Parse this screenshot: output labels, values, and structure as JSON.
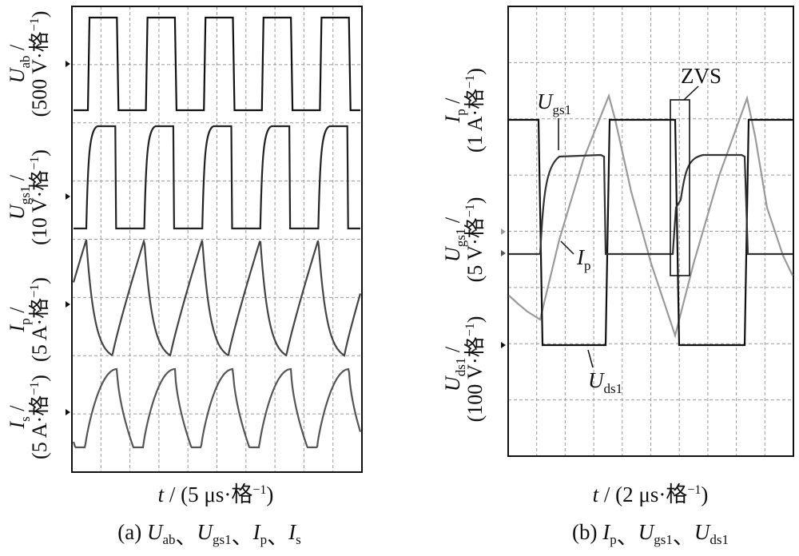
{
  "panels": [
    {
      "caption_prefix": "(a)",
      "caption_items": [
        {
          "main": "U",
          "sub": "ab"
        },
        {
          "main": "U",
          "sub": "gs1"
        },
        {
          "main": "I",
          "sub": "p"
        },
        {
          "main": "I",
          "sub": "s"
        }
      ],
      "caption_separator": "、",
      "time_label": {
        "var": "t",
        "rest": " / (5 μs·格",
        "exp": "−1",
        "close": ")"
      },
      "channel_labels": [
        {
          "main": "U",
          "sub": "ab",
          "scale": "(500 V·格",
          "exp": "−1",
          "close": ")"
        },
        {
          "main": "U",
          "sub": "gs1",
          "scale": "(10 V·格",
          "exp": "−1",
          "close": ")"
        },
        {
          "main": "I",
          "sub": "p",
          "scale": "(5 A·格",
          "exp": "−1",
          "close": ")"
        },
        {
          "main": "I",
          "sub": "s",
          "scale": "(5 A·格",
          "exp": "−1",
          "close": ")"
        }
      ]
    },
    {
      "caption_prefix": "(b)",
      "caption_items": [
        {
          "main": "I",
          "sub": "p"
        },
        {
          "main": "U",
          "sub": "gs1"
        },
        {
          "main": "U",
          "sub": "ds1"
        }
      ],
      "caption_separator": "、",
      "time_label": {
        "var": "t",
        "rest": " / (2 μs·格",
        "exp": "−1",
        "close": ")"
      },
      "channel_labels": [
        {
          "main": "I",
          "sub": "p",
          "scale": "(1 A·格",
          "exp": "−1",
          "close": ")"
        },
        {
          "main": "U",
          "sub": "gs1",
          "scale": "(5 V·格",
          "exp": "−1",
          "close": ")"
        },
        {
          "main": "U",
          "sub": "ds1",
          "scale": "(100 V·格",
          "exp": "−1",
          "close": ")"
        }
      ],
      "trace_labels": [
        {
          "main": "U",
          "sub": "gs1"
        },
        {
          "main": "I",
          "sub": "p"
        },
        {
          "main": "U",
          "sub": "ds1"
        }
      ],
      "annotation": "ZVS"
    }
  ],
  "chart_data": [
    {
      "type": "line",
      "title": "",
      "xlabel": "t / (5 μs·格−1)",
      "grid": true,
      "divisions": {
        "x": 10,
        "y": 8
      },
      "series": [
        {
          "name": "Uab",
          "shape": "square",
          "period_div": 2.0,
          "duty": 0.5,
          "amplitude_div": 1.55,
          "color": "#111111"
        },
        {
          "name": "Ugs1",
          "shape": "gate",
          "period_div": 2.0,
          "duty": 0.5,
          "amplitude_div": 1.7,
          "color": "#222222"
        },
        {
          "name": "Ip",
          "shape": "sawtooth",
          "period_div": 2.0,
          "amplitude_div": 1.8,
          "color": "#444444"
        },
        {
          "name": "Is",
          "shape": "rectified",
          "period_div": 2.0,
          "amplitude_div": 1.3,
          "color": "#555555"
        }
      ]
    },
    {
      "type": "line",
      "title": "",
      "xlabel": "t / (2 μs·格−1)",
      "grid": true,
      "divisions": {
        "x": 10,
        "y": 8
      },
      "series": [
        {
          "name": "Ugs1",
          "shape": "gate",
          "period_div": 4.8,
          "color": "#333333"
        },
        {
          "name": "Ip",
          "shape": "triangle",
          "period_div": 4.8,
          "color": "#9a9a9a"
        },
        {
          "name": "Uds1",
          "shape": "square",
          "period_div": 4.8,
          "color": "#111111"
        }
      ]
    }
  ]
}
